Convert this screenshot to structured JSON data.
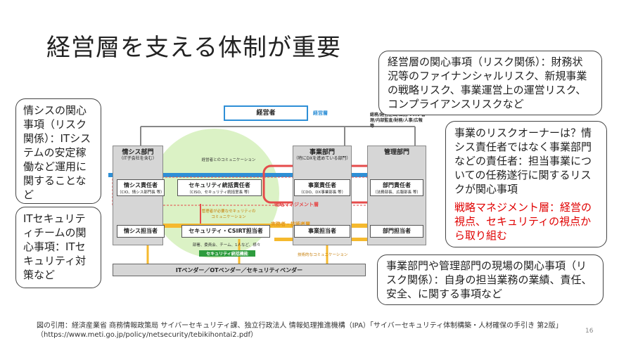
{
  "slide": {
    "title": "経営層を支える体制が重要",
    "page_number": "16"
  },
  "callouts": {
    "top_right": "経営層の関心事項（リスク関係）：財務状況等のファイナンシャルリスク、新規事業の戦略リスク、事業運営上の運営リスク、コンプライアンスリスクなど",
    "left_top": "情シスの関心事項（リスク関係）：ITシステムの安定稼働など運用に関することなど",
    "left_bottom": "ITセキュリティチームの関心事項：ITセキュリティ対策など",
    "right_middle": "事業のリスクオーナーは？情シス責任者ではなく事業部門などの責任者：担当事業についての任務遂行に関するリスクが関心事項",
    "right_middle_red": "戦略マネジメント層：経営の視点、セキュリティの視点から取り組む",
    "bottom_right": "事業部門や管理部門の現場の関心事項（リスク関係）：自身の担当業務の業績、責任、安全、に関する事項など"
  },
  "diagram": {
    "executive": "経営者",
    "executive_layer": "経営層",
    "exec_staff": "総務/経営企画/法務/リスク管理/内部監査/財務/人事/広報 等",
    "strategy_layer": "戦略マネジメント層",
    "practice_layer": "実務者・技術者層",
    "guideline_note": "経営者とのコミュニケーション",
    "mgmt_comm": "管理者が必要なセキュリティのコミュニケーション",
    "practice_comm": "部署、委員会、チーム、1人など、様々",
    "technical_comm": "技術的なコミュニケーション",
    "csirt_function": "セキュリティ統括機能",
    "depts": [
      {
        "name": "情シス部門",
        "sub": "（IT子会社を含む）"
      },
      {
        "name": "事業部門",
        "sub": "（特にDXを進めている部門）"
      },
      {
        "name": "管理部門",
        "sub": ""
      }
    ],
    "responsibles": [
      {
        "name": "情シス責任者",
        "sub": "（CIO、情シス部門長 等）"
      },
      {
        "name": "セキュリティ統括責任者",
        "sub": "（CISO、セキュリティ統括室長 等）"
      },
      {
        "name": "事業責任者",
        "sub": "（CDO、DX事業部長 等）"
      },
      {
        "name": "部門責任者",
        "sub": "（法務部長、広報部長 等）"
      }
    ],
    "staff": [
      "情シス担当者",
      "セキュリティ・CSIRT担当者",
      "事業担当者",
      "部門担当者"
    ],
    "vendors": "ITベンダー／OTベンダー／セキュリティベンダー"
  },
  "footnote": {
    "line1": "図の引用：経済産業省 商務情報政策局 サイバーセキュリティ課、独立行政法人 情報処理推進機構（IPA）「サイバーセキュリティ体制構築・人材確保の手引き 第2版」",
    "line2": "（https://www.meti.go.jp/policy/netsecurity/tebikihontai2.pdf）"
  },
  "colors": {
    "blue_band": "#2e8fd6",
    "red_band": "#e54b4b",
    "yellow_band": "#f5b92e",
    "green_circle": "#cfeeb0",
    "exec_box": "#2e8fd6"
  }
}
